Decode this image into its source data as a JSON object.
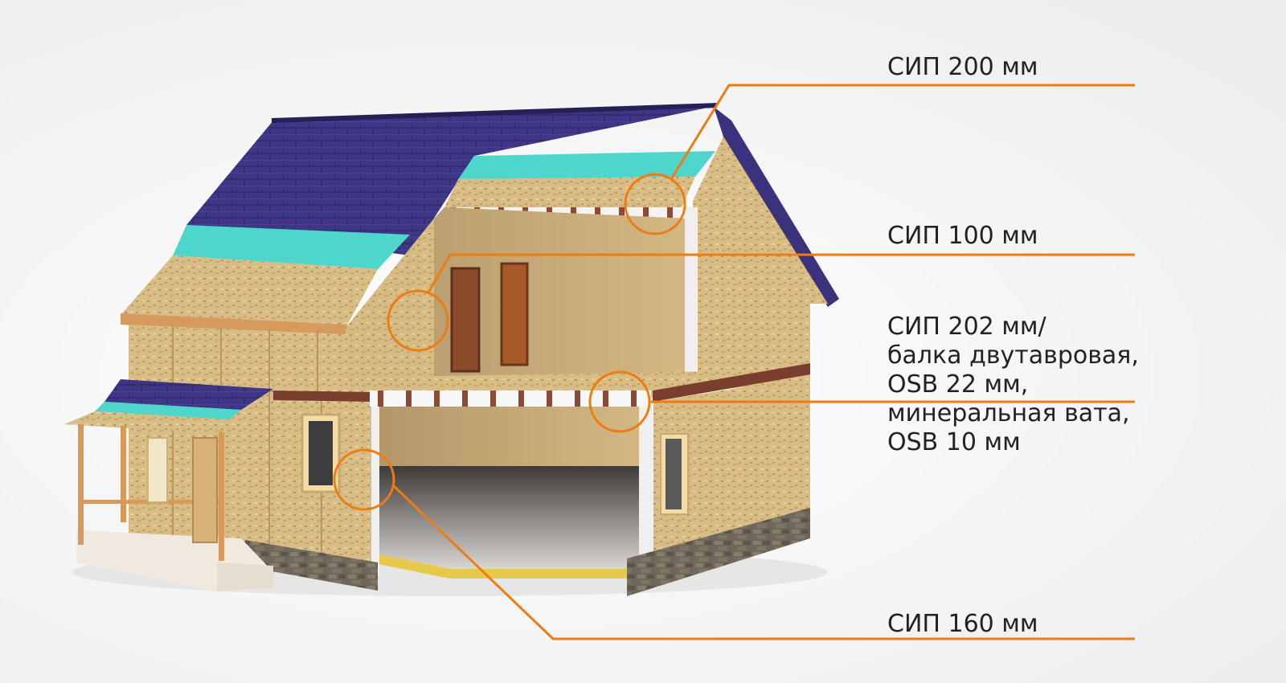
{
  "callouts": {
    "roof": {
      "text": "СИП 200 мм"
    },
    "partition": {
      "text": "СИП 100 мм"
    },
    "floor": {
      "lines": [
        "СИП 202 мм/",
        "балка двутавровая,",
        "OSB 22 мм,",
        "минеральная вата,",
        "OSB 10 мм"
      ]
    },
    "wall": {
      "text": "СИП 160 мм"
    }
  },
  "colors": {
    "callout_line": "#ed7d12",
    "roof_shingles": "#3e3584",
    "membrane": "#4fd6cc",
    "osb_panel": "#d9bd86",
    "trim_brown": "#7a3e2e",
    "stone_base": "#6e6558"
  }
}
